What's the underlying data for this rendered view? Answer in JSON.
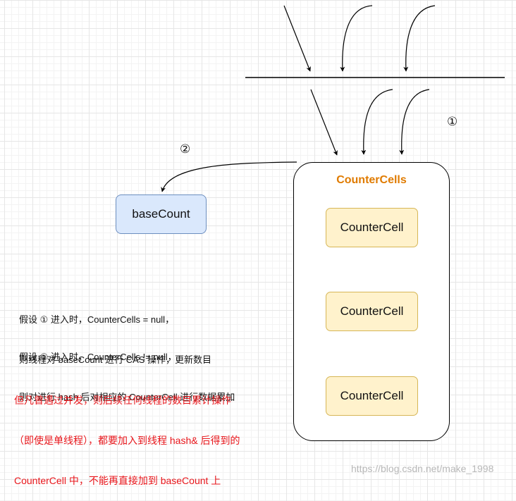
{
  "counter_cells": {
    "title": "CounterCells",
    "cells": [
      "CounterCell",
      "CounterCell",
      "CounterCell"
    ]
  },
  "base_count": {
    "label": "baseCount"
  },
  "markers": {
    "one": "①",
    "two": "②"
  },
  "notes": {
    "case_null_line1": "假设 ① 进入时，CounterCells = null，",
    "case_null_line2": "则线程对 baseCount 进行 CAS 操作，更新数目",
    "case_not_null_line1": "假设 ① 进入时，CounterCells != null，",
    "case_not_null_line2": "则对进行 hash 后对相应的 CounterCell 进行数据累加",
    "warning_line1": "但凡曾遇过并发，则后续任何线程的数目累计操作",
    "warning_line2": "（即使是单线程），都要加入到线程 hash& 后得到的",
    "warning_line3": "CounterCell 中，不能再直接加到 baseCount 上"
  },
  "colors": {
    "base_count_fill": "#dae8fc",
    "base_count_stroke": "#6c8ebf",
    "cell_fill": "#fff2cc",
    "cell_stroke": "#d6b656",
    "title_color": "#e07b00",
    "warning_color": "#e8161b"
  },
  "watermark": "https://blog.csdn.net/make_1998"
}
